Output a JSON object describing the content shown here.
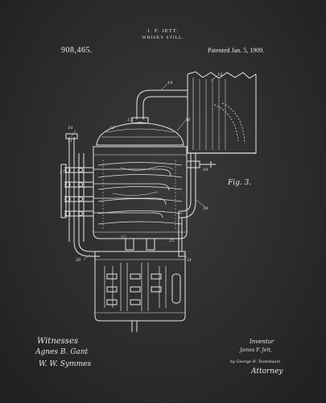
{
  "header": {
    "inventor": "J. F. JETT.",
    "title": "WHISKY STILL.",
    "patent_number": "908,465.",
    "patent_date": "Patented Jan. 5, 1909."
  },
  "figure": {
    "label": "Fig. 3.",
    "reference_numerals": [
      "10",
      "11",
      "12",
      "13",
      "14",
      "15",
      "16",
      "17",
      "18",
      "19",
      "20",
      "21",
      "22",
      "23"
    ]
  },
  "signatures": {
    "witnesses_label": "Witnesses",
    "witness_1": "Agnes B. Gant",
    "witness_2": "W. W. Symmes",
    "inventor_label": "Inventor",
    "inventor_signature": "James F. Jett,",
    "attorney_signature": "by George B. Tootsbaum",
    "attorney_label": "Attorney"
  },
  "colors": {
    "background": "#2c2c2c",
    "ink": "#e6e6e6"
  }
}
